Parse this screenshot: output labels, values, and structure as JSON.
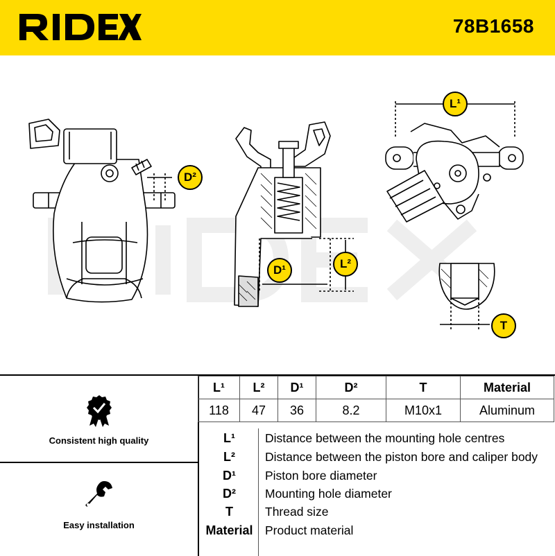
{
  "brand": {
    "logo_text": "RIDEX",
    "part_number": "78B1658",
    "brand_color": "#ffdc00"
  },
  "drawing": {
    "badges": {
      "d2": "D²",
      "d1": "D¹",
      "l1": "L¹",
      "l2": "L²",
      "t": "T"
    },
    "watermark_text": "RIDEX"
  },
  "features": [
    {
      "icon": "quality-badge-icon",
      "label": "Consistent high quality"
    },
    {
      "icon": "wrench-icon",
      "label": "Easy installation"
    }
  ],
  "spec_table": {
    "headers": [
      "L¹",
      "L²",
      "D¹",
      "D²",
      "T",
      "Material"
    ],
    "values": [
      "118",
      "47",
      "36",
      "8.2",
      "M10x1",
      "Aluminum"
    ]
  },
  "legend": [
    {
      "key": "L¹",
      "text": "Distance between the mounting hole centres"
    },
    {
      "key": "L²",
      "text": "Distance between the piston bore and caliper body"
    },
    {
      "key": "D¹",
      "text": "Piston bore diameter"
    },
    {
      "key": "D²",
      "text": "Mounting hole diameter"
    },
    {
      "key": "T",
      "text": "Thread size"
    },
    {
      "key": "Material",
      "text": "Product material"
    }
  ]
}
